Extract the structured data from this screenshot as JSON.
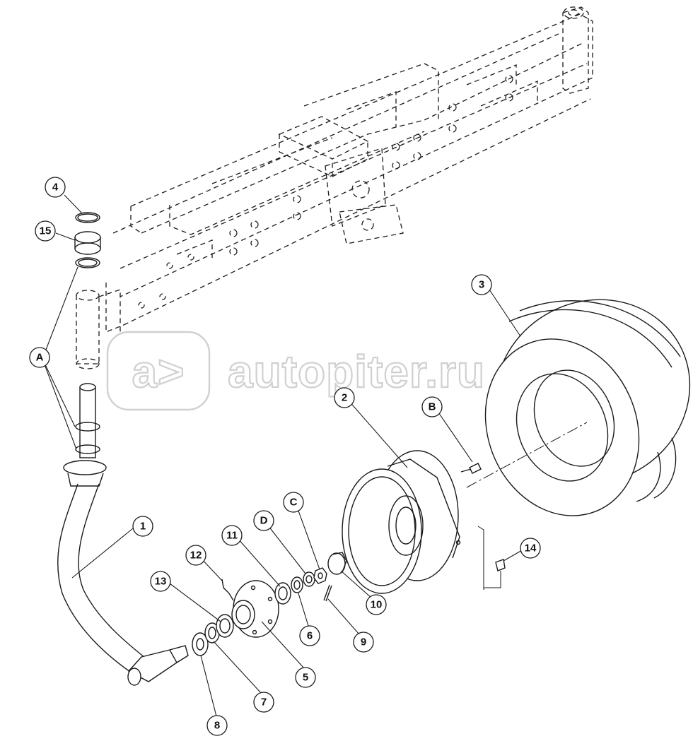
{
  "watermark": {
    "text": "autopiter.ru",
    "logo_text": "a>"
  },
  "callouts": [
    {
      "id": "c4",
      "label": "4"
    },
    {
      "id": "c15",
      "label": "15"
    },
    {
      "id": "cA",
      "label": "A"
    },
    {
      "id": "c1",
      "label": "1"
    },
    {
      "id": "c12",
      "label": "12"
    },
    {
      "id": "c13",
      "label": "13"
    },
    {
      "id": "c11",
      "label": "11"
    },
    {
      "id": "cD",
      "label": "D"
    },
    {
      "id": "cC",
      "label": "C"
    },
    {
      "id": "c2",
      "label": "2"
    },
    {
      "id": "cB",
      "label": "B"
    },
    {
      "id": "c3",
      "label": "3"
    },
    {
      "id": "c14",
      "label": "14"
    },
    {
      "id": "c10",
      "label": "10"
    },
    {
      "id": "c9",
      "label": "9"
    },
    {
      "id": "c6",
      "label": "6"
    },
    {
      "id": "c5",
      "label": "5"
    },
    {
      "id": "c7",
      "label": "7"
    },
    {
      "id": "c8",
      "label": "8"
    }
  ]
}
